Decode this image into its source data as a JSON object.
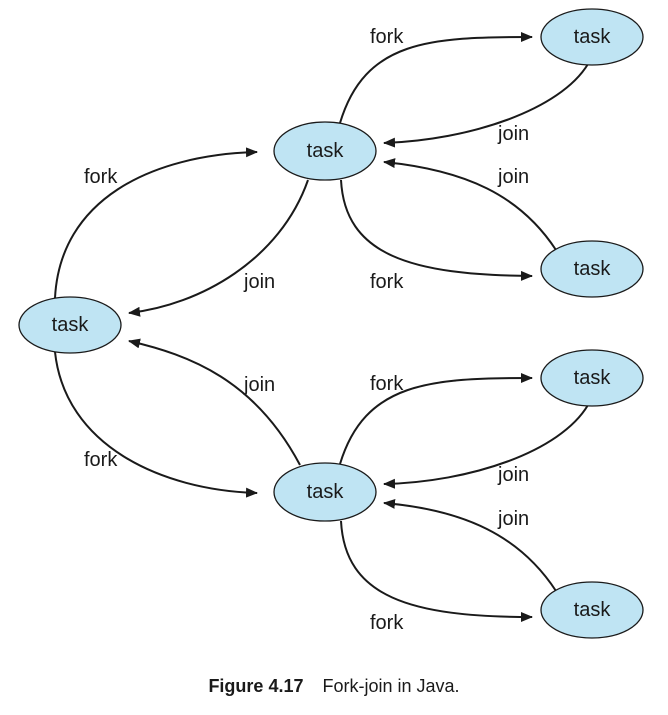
{
  "colors": {
    "node_fill": "#bfe4f3",
    "stroke": "#1a1a1a"
  },
  "node_label": "task",
  "edge_labels": {
    "fork": "fork",
    "join": "join"
  },
  "caption": {
    "figure_number": "Figure 4.17",
    "text": "Fork-join in Java."
  }
}
